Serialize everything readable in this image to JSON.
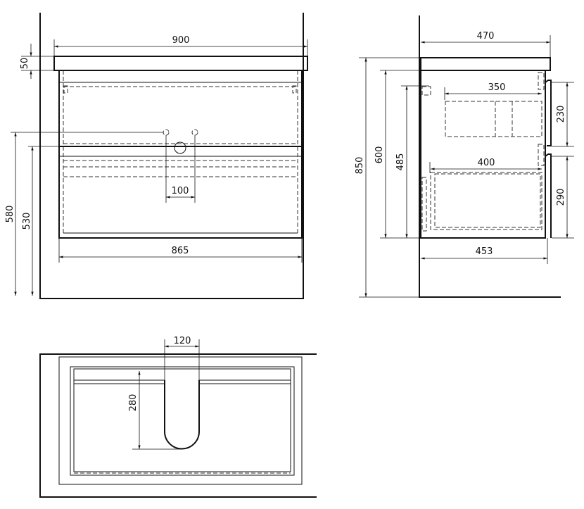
{
  "front_view": {
    "width_top": "900",
    "top_thickness": "50",
    "tap_spacing": "100",
    "cabinet_width": "865",
    "tap_height": "580",
    "drain_height": "530"
  },
  "side_view": {
    "depth_top": "470",
    "total_height": "850",
    "cabinet_height": "600",
    "bracket_height": "485",
    "upper_drawer_depth": "350",
    "lower_drawer_depth": "400",
    "cabinet_depth": "453",
    "upper_drawer_height": "230",
    "lower_drawer_height": "290"
  },
  "top_view": {
    "cutout_width": "120",
    "cutout_depth": "280"
  },
  "colors": {
    "line": "#111111",
    "background": "#ffffff"
  }
}
